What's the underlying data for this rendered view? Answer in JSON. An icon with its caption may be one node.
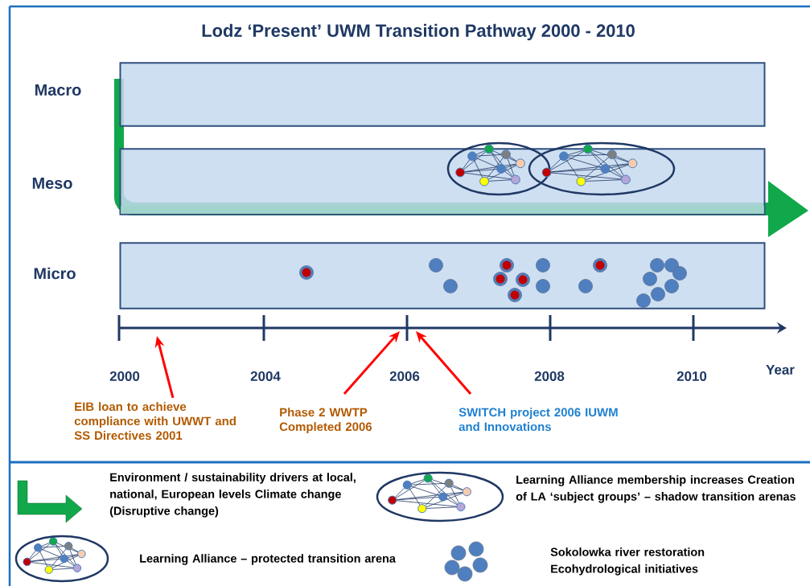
{
  "diagram": {
    "title": "Lodz ‘Present’ UWM Transition Pathway 2000 - 2010",
    "nodes": [
      {
        "text": [
          "Macro"
        ]
      },
      {
        "text": [
          "Meso"
        ]
      },
      {
        "text": [
          "Micro"
        ]
      },
      {
        "text": [
          "EIB loan to achieve compliance with UWWT and SS Directives 2001"
        ]
      },
      {
        "text": [
          "Phase 2 WWTP Completed 2006"
        ]
      },
      {
        "text": [
          "SWITCH project 2006 IUWM and Innovations"
        ]
      }
    ],
    "edges": [
      {
        "from": 3,
        "to": null,
        "arrow": "to"
      },
      {
        "from": 4,
        "to": null,
        "arrow": "to"
      },
      {
        "from": 5,
        "to": null,
        "arrow": "to"
      }
    ],
    "labels": [
      "2000",
      "2004",
      "2006",
      "2008",
      "2010",
      "Year"
    ],
    "legend": [
      {
        "text": "Environment / sustainability drivers at local, national, European levels Climate change (Disruptive change)"
      },
      {
        "text": "Learning Alliance membership increases Creation of LA ‘subject groups’ – shadow transition arenas"
      },
      {
        "text": "Learning Alliance – protected transition arena"
      },
      {
        "text": "Sokolowka river restoration Ecohydrological initiatives"
      }
    ]
  }
}
